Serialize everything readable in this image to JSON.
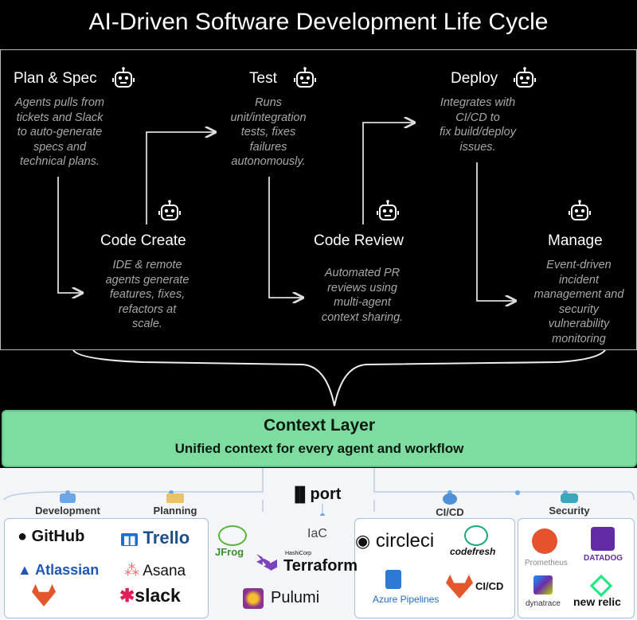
{
  "title": "AI-Driven Software Development Life Cycle",
  "stages": {
    "plan": {
      "title": "Plan & Spec",
      "desc": [
        "Agents pulls from",
        "tickets and Slack",
        "to auto-generate",
        "specs and",
        "technical plans."
      ]
    },
    "create": {
      "title": "Code Create",
      "desc": [
        "IDE & remote",
        "agents generate",
        "features, fixes,",
        "refactors at",
        "scale."
      ]
    },
    "test": {
      "title": "Test",
      "desc": [
        "Runs",
        "unit/integration",
        "tests, fixes",
        "failures",
        "autonomously."
      ]
    },
    "review": {
      "title": "Code Review",
      "desc": [
        "Automated PR",
        "reviews using",
        "multi-agent",
        "context sharing."
      ]
    },
    "deploy": {
      "title": "Deploy",
      "desc": [
        "Integrates with",
        "CI/CD to",
        "fix build/deploy",
        "issues."
      ]
    },
    "manage": {
      "title": "Manage",
      "desc": [
        "Event-driven",
        "incident",
        "management and",
        "security",
        "vulnerability",
        "monitoring"
      ]
    }
  },
  "context_layer": {
    "title": "Context Layer",
    "subtitle": "Unified context for every agent and workflow"
  },
  "categories": {
    "development": "Development",
    "planning": "Planning",
    "cicd": "CI/CD",
    "security": "Security",
    "iac": "IaC"
  },
  "hub": "port",
  "tools": {
    "github": "GitHub",
    "atlassian": "Atlassian",
    "trello": "Trello",
    "asana": "Asana",
    "slack": "slack",
    "jfrog": "JFrog",
    "terraform_small": "HashiCorp",
    "terraform": "Terraform",
    "pulumi": "Pulumi",
    "circleci": "circleci",
    "codefresh": "codefresh",
    "azure": "Azure Pipelines",
    "gitlab_cicd": "CI/CD",
    "prometheus": "Prometheus",
    "datadog": "DATADOG",
    "dynatrace": "dynatrace",
    "newrelic": "new relic"
  },
  "colors": {
    "context_green": "#7fdca0",
    "border_blue": "#a9bfd8",
    "desc_gray": "#a8a8a8"
  }
}
